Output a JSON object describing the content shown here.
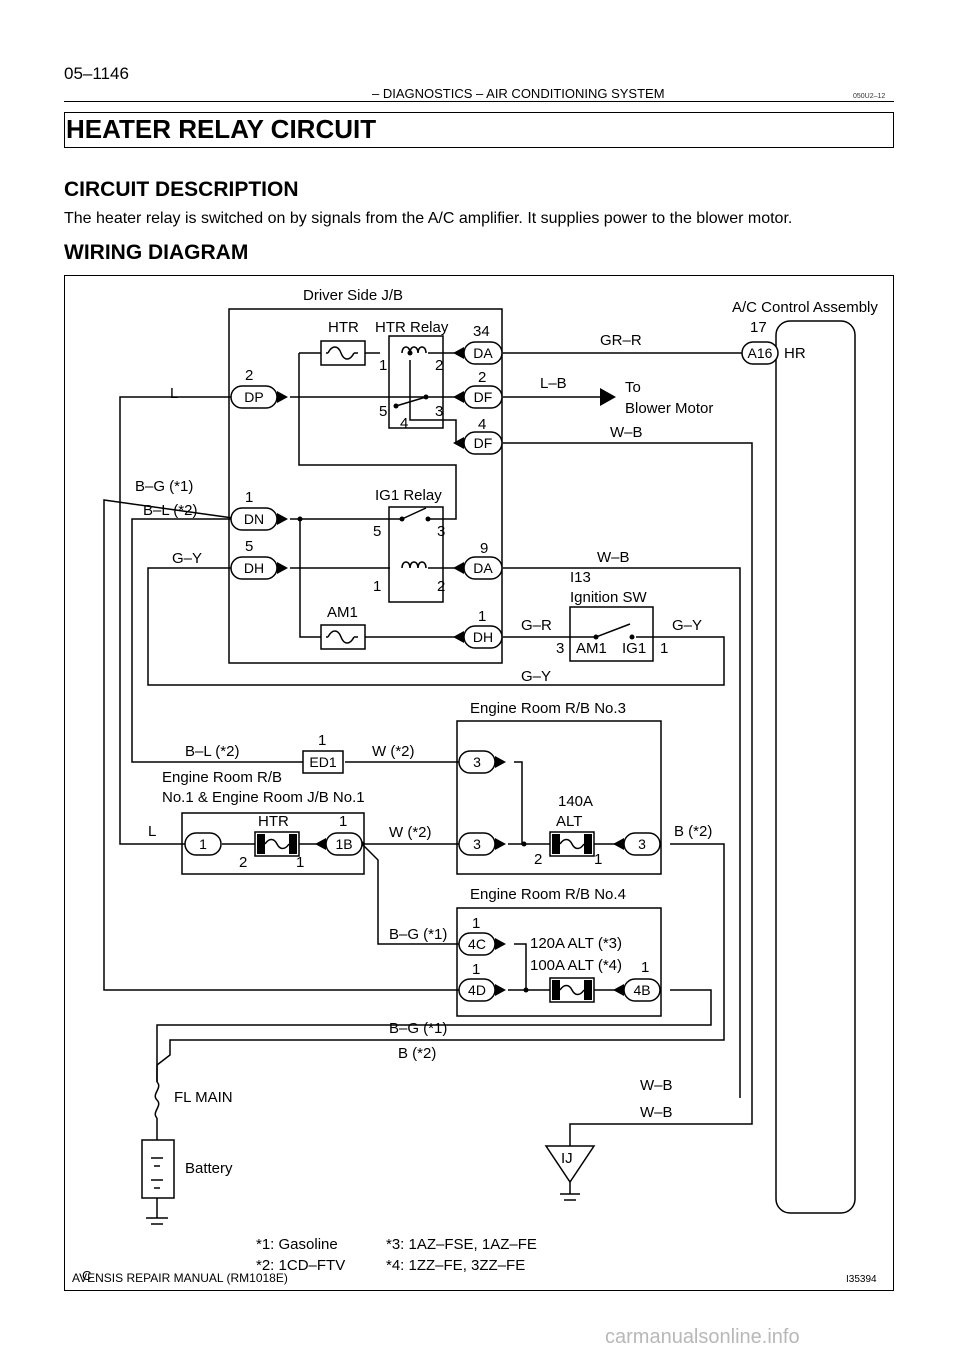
{
  "header": {
    "page_number": "05–1146",
    "section": "– DIAGNOSTICS – AIR CONDITIONING SYSTEM",
    "code": "050U2–12"
  },
  "title": "HEATER RELAY CIRCUIT",
  "circuit_description": {
    "heading": "CIRCUIT DESCRIPTION",
    "text": "The heater relay is switched on by signals from the A/C amplifier. It supplies power to the blower motor."
  },
  "wiring": {
    "heading": "WIRING DIAGRAM",
    "boxes": {
      "driver_jb": "Driver Side J/B",
      "ac_control": "A/C Control Assembly",
      "htr_relay": "HTR Relay",
      "ig1_relay": "IG1 Relay",
      "ign_sw_id": "I13",
      "ign_sw": "Ignition SW",
      "er_rb3": "Engine Room R/B No.3",
      "er_rb1_a": "Engine Room R/B",
      "er_rb1_b": "No.1 & Engine Room J/B No.1",
      "er_rb4": "Engine Room R/B No.4",
      "fl_main": "FL MAIN",
      "battery": "Battery",
      "to_blower_a": "To",
      "to_blower_b": "Blower Motor",
      "ground": "IJ"
    },
    "fuses": {
      "htr": "HTR",
      "am1": "AM1",
      "htr_main": "HTR",
      "alt140_a": "140A",
      "alt140_b": "ALT",
      "alt120": "120A ALT (*3)",
      "alt100": "100A ALT (*4)"
    },
    "connectors": {
      "DP": "DP",
      "DN": "DN",
      "DH_l": "DH",
      "DA_t": "DA",
      "DF_a": "DF",
      "DF_b": "DF",
      "DA_m": "DA",
      "DH_r": "DH",
      "A16": "A16",
      "ED1": "ED1",
      "c1": "1",
      "c1B": "1B",
      "rb3_a": "3",
      "rb3_b": "3",
      "rb3_c": "3",
      "c4C": "4C",
      "c4D": "4D",
      "c4B": "4B",
      "sw_am1": "AM1",
      "sw_ig1": "IG1",
      "hr": "HR"
    },
    "pins": {
      "dp": "2",
      "dn": "1",
      "dh_l": "5",
      "da_t": "34",
      "df_a": "2",
      "df_b": "4",
      "da_m": "9",
      "dh_r": "1",
      "a16": "17",
      "htr_r1": "1",
      "htr_r2": "2",
      "htr_r5": "5",
      "htr_r3": "3",
      "htr_r4": "4",
      "ig1_r5": "5",
      "ig1_r3": "3",
      "ig1_r1": "1",
      "ig1_r2": "2",
      "sw_3": "3",
      "sw_1": "1",
      "ed1": "1",
      "htr_1": "1",
      "htr_2": "2",
      "htr_1b": "1",
      "alt_2": "2",
      "alt_1": "1",
      "c4c": "1",
      "c4d": "1",
      "c4b": "1"
    },
    "wires": {
      "L_top": "L",
      "GR_R": "GR–R",
      "L_B": "L–B",
      "W_B_1": "W–B",
      "B_G_1": "B–G (*1)",
      "B_L_1": "B–L (*2)",
      "G_Y_1": "G–Y",
      "W_B_2": "W–B",
      "G_R": "G–R",
      "G_Y_2": "G–Y",
      "G_Y_3": "G–Y",
      "B_L_2": "B–L (*2)",
      "W_2a": "W (*2)",
      "L_mid": "L",
      "W_2b": "W (*2)",
      "B_2a": "B (*2)",
      "B_G_2": "B–G (*1)",
      "B_G_3": "B–G (*1)",
      "B_2b": "B (*2)",
      "W_B_3": "W–B",
      "W_B_4": "W–B"
    },
    "notes": {
      "n1": "*1: Gasoline",
      "n2": "*2: 1CD–FTV",
      "n3": "*3: 1AZ–FSE, 1AZ–FE",
      "n4": "*4: 1ZZ–FE, 3ZZ–FE"
    }
  },
  "footer": {
    "mark": "C",
    "manual": "AVENSIS REPAIR MANUAL (RM1018E)",
    "figure": "I35394"
  },
  "watermark": "carmanualsonline.info"
}
